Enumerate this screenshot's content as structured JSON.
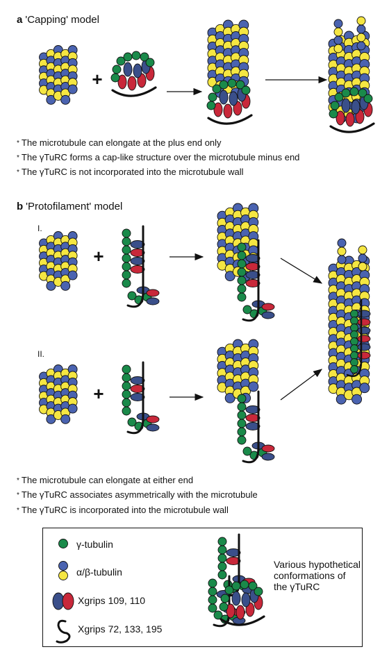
{
  "section_a": {
    "letter": "a",
    "title": "'Capping' model",
    "notes": [
      "The microtubule can elongate at the plus end only",
      "The γTuRC forms a cap-like structure over the microtubule minus end",
      "The γTuRC is not incorporated into the microtubule wall"
    ]
  },
  "section_b": {
    "letter": "b",
    "title": "'Protofilament' model",
    "row1_label": "I.",
    "row2_label": "II.",
    "notes": [
      "The microtubule can elongate at either end",
      "The γTuRC associates asymmetrically with the microtubule",
      "The γTuRC is incorporated into the microtubule wall"
    ]
  },
  "plus_sign": "+",
  "bullet_symbol": "*",
  "legend": {
    "gamma": "γ-tubulin",
    "alphabeta": "α/β-tubulin",
    "xgrips_a": "Xgrips 109, 110",
    "xgrips_b": "Xgrips 72, 133, 195",
    "description": [
      "Various hypothetical",
      "conformations of",
      "the γTuRC"
    ]
  },
  "colors": {
    "gamma": "#1a8a4a",
    "alpha": "#f5e642",
    "beta": "#4a63b0",
    "xgrip_red": "#c8283a",
    "xgrip_blue": "#3a4f8a",
    "outline": "#111111"
  }
}
